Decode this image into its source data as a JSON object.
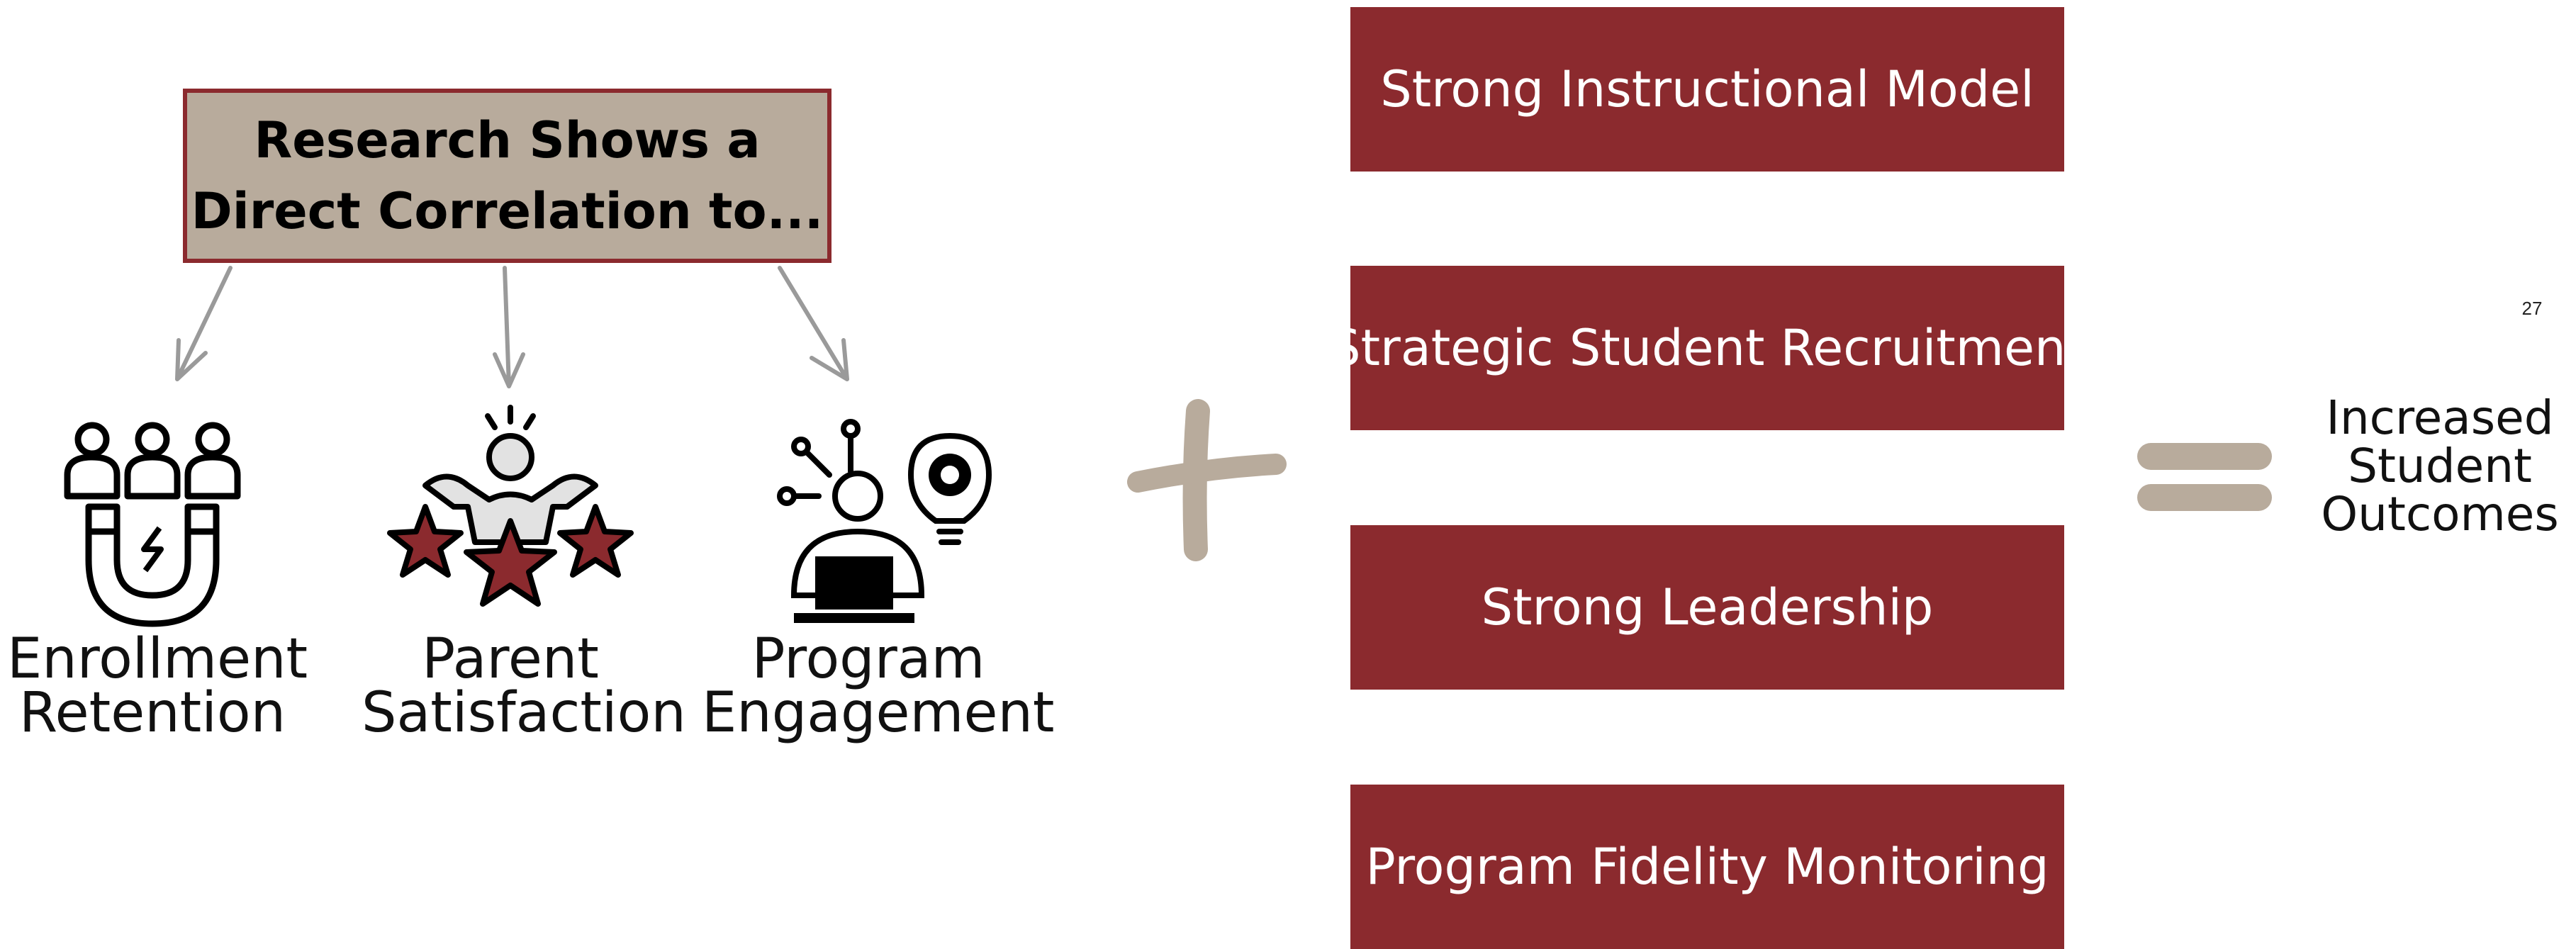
{
  "title": "Research Shows a Direct Correlation to...",
  "outcomes": [
    {
      "label": "Enrollment\nRetention",
      "icon": "magnet-people-icon"
    },
    {
      "label": "Parent\nSatisfaction",
      "icon": "person-stars-icon"
    },
    {
      "label": "Program\nEngagement",
      "icon": "person-laptop-lightbulb-icon"
    }
  ],
  "operators": {
    "plus": "plus-icon",
    "equals": "equals-icon"
  },
  "factors": [
    "Strong Instructional Model",
    "Strategic Student Recruitment",
    "Strong Leadership",
    "Program Fidelity Monitoring"
  ],
  "result": "Increased\nStudent\nOutcomes",
  "page_number": "27",
  "colors": {
    "maroon": "#8b2a2e",
    "taupe": "#b8ab9c",
    "arrow_gray": "#9a9a9a"
  }
}
